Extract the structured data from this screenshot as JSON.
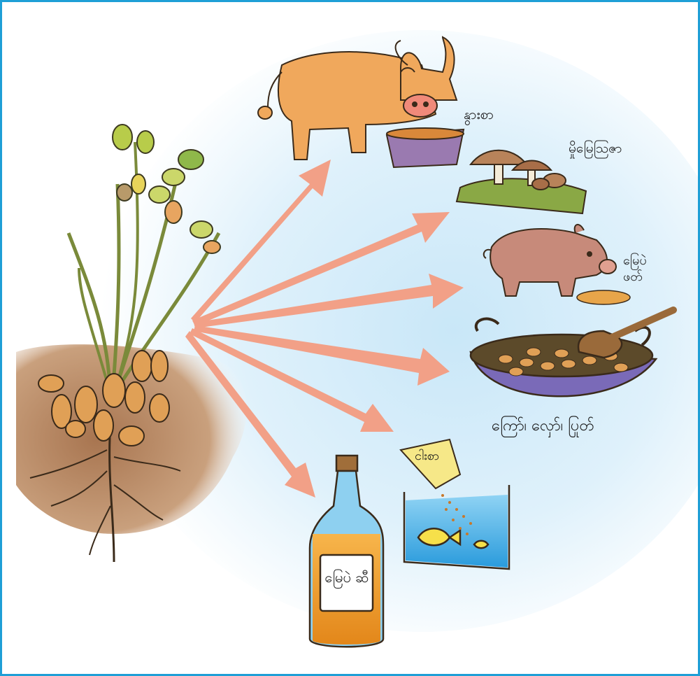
{
  "labels": {
    "cow_feed": "နွားစာ",
    "mushroom": "မှိုမြေဩဇာ",
    "pig_feed": "မြေပဲ ဖတ်",
    "cooking": "ကြော်၊ လှော်၊ ပြုတ်",
    "fish_feed_sign": "ငါးစာ",
    "oil_bottle": "မြေပဲ ဆီ"
  },
  "colors": {
    "frame": "#1e9fd6",
    "arrow": "#f2a087",
    "sky": "#cfe9f7",
    "soil": "#b78a61"
  }
}
